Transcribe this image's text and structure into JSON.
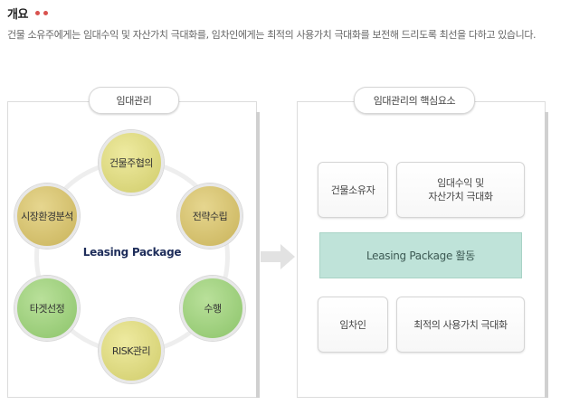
{
  "heading": "개요",
  "description": "건물 소유주에게는 임대수익 및 자산가치 극대화를, 임차인에게는 최적의 사용가치 극대화를 보전해 드리도록 최선을 다하고 있습니다.",
  "left_panel": {
    "title": "임대관리",
    "center": "Leasing Package",
    "nodes": [
      "건물주협의",
      "전략수립",
      "수행",
      "RISK관리",
      "타겟선정",
      "시장환경분석"
    ]
  },
  "right_panel": {
    "title": "임대관리의 핵심요소",
    "owner": "건물소유자",
    "owner_value_line1": "임대수익 및",
    "owner_value_line2": "자산가치 극대화",
    "activity": "Leasing Package 활동",
    "tenant": "임차인",
    "tenant_value": "최적의 사용가치 극대화"
  },
  "colors": {
    "dot": "#d9534f",
    "node_yellow": "#d9d57a",
    "node_gold": "#d2bf6d",
    "node_green": "#9fd07e",
    "highlight": "#bfe3d9",
    "center_text": "#1e2d5a"
  }
}
